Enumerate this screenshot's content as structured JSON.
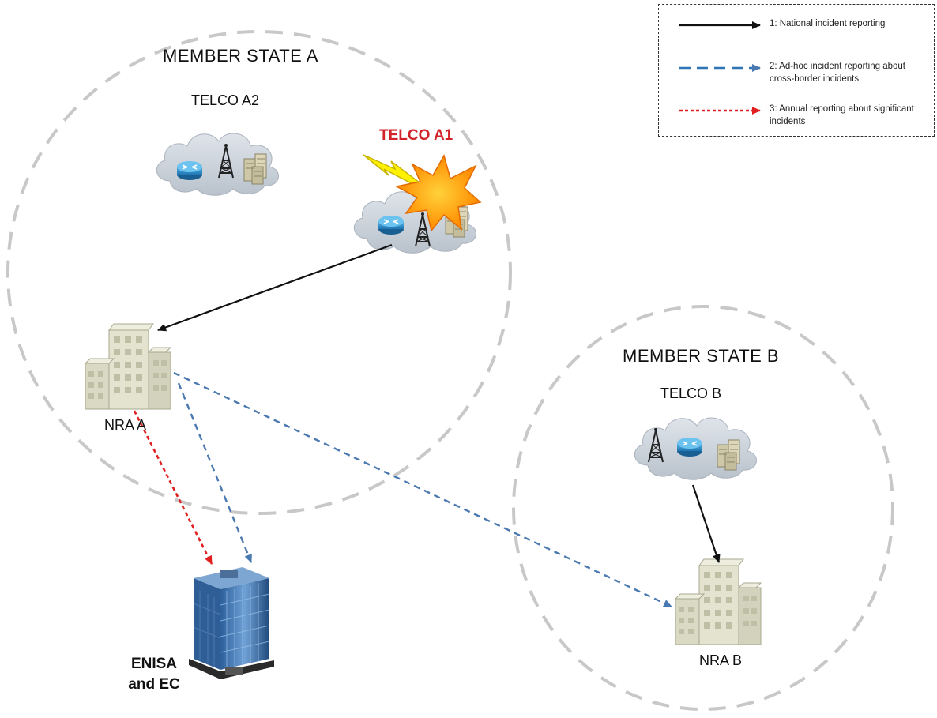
{
  "legend": {
    "items": [
      {
        "text": "1: National incident reporting",
        "style": "solid",
        "color": "#000000"
      },
      {
        "text": "2: Ad-hoc incident reporting about cross-border incidents",
        "style": "dashed",
        "color": "#2e75b6"
      },
      {
        "text": "3: Annual reporting about significant incidents",
        "style": "dotted",
        "color": "#e02020"
      }
    ]
  },
  "member_state_a": {
    "title": "MEMBER STATE A"
  },
  "member_state_b": {
    "title": "MEMBER STATE B"
  },
  "telco_a2": {
    "label": "TELCO A2",
    "icons": [
      "router-icon",
      "antenna-tower-icon",
      "server-rack-icon"
    ]
  },
  "telco_a1": {
    "label": "TELCO A1",
    "color": "#d2232a",
    "icons": [
      "router-icon",
      "antenna-tower-icon",
      "server-rack-icon",
      "lightning-icon",
      "explosion-icon"
    ]
  },
  "telco_b": {
    "label": "TELCO B",
    "icons": [
      "antenna-tower-icon",
      "router-icon",
      "server-rack-icon"
    ]
  },
  "nra_a": {
    "label": "NRA A",
    "icon": "office-building-icon"
  },
  "nra_b": {
    "label": "NRA B",
    "icon": "office-building-icon"
  },
  "enisa": {
    "line1": "ENISA",
    "line2": "and EC",
    "icon": "glass-tower-icon"
  },
  "colors": {
    "circle": "#c8c8c8",
    "cloud": "#c9d0d8",
    "building": "#dcdcc8",
    "accent_red": "#d2232a",
    "flow_blue": "#4a78b0",
    "flow_red": "#e02020"
  }
}
